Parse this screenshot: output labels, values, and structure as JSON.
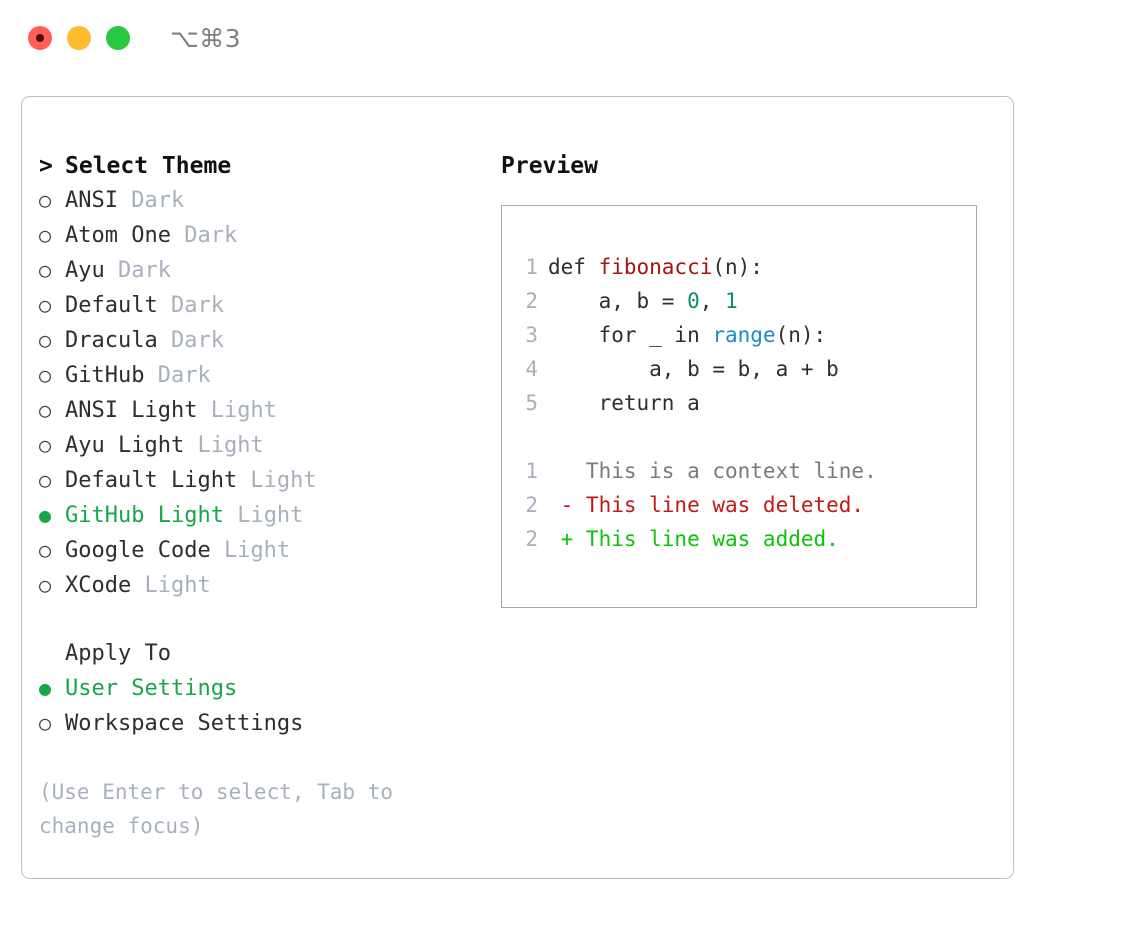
{
  "window": {
    "title": "⌥⌘3",
    "traffic_lights": [
      "close",
      "minimize",
      "maximize"
    ]
  },
  "theme_section": {
    "caret": ">",
    "header": "Select Theme",
    "marker_empty": "○",
    "marker_filled": "●",
    "items": [
      {
        "name": "ANSI",
        "variant": "Dark",
        "selected": false
      },
      {
        "name": "Atom One",
        "variant": "Dark",
        "selected": false
      },
      {
        "name": "Ayu",
        "variant": "Dark",
        "selected": false
      },
      {
        "name": "Default",
        "variant": "Dark",
        "selected": false
      },
      {
        "name": "Dracula",
        "variant": "Dark",
        "selected": false
      },
      {
        "name": "GitHub",
        "variant": "Dark",
        "selected": false
      },
      {
        "name": "ANSI Light",
        "variant": "Light",
        "selected": false
      },
      {
        "name": "Ayu Light",
        "variant": "Light",
        "selected": false
      },
      {
        "name": "Default Light",
        "variant": "Light",
        "selected": false
      },
      {
        "name": "GitHub Light",
        "variant": "Light",
        "selected": true
      },
      {
        "name": "Google Code",
        "variant": "Light",
        "selected": false
      },
      {
        "name": "XCode",
        "variant": "Light",
        "selected": false
      }
    ]
  },
  "apply_section": {
    "header": "Apply To",
    "items": [
      {
        "name": "User Settings",
        "selected": true
      },
      {
        "name": "Workspace Settings",
        "selected": false
      }
    ]
  },
  "hint": "(Use Enter to select, Tab to change focus)",
  "preview": {
    "title": "Preview",
    "code_lines": [
      {
        "num": "1",
        "parts": [
          {
            "text": "def ",
            "tok": "plain"
          },
          {
            "text": "fibonacci",
            "tok": "fn"
          },
          {
            "text": "(n):",
            "tok": "plain"
          }
        ]
      },
      {
        "num": "2",
        "parts": [
          {
            "text": "    a, b = ",
            "tok": "plain"
          },
          {
            "text": "0",
            "tok": "num"
          },
          {
            "text": ", ",
            "tok": "plain"
          },
          {
            "text": "1",
            "tok": "num"
          }
        ]
      },
      {
        "num": "3",
        "parts": [
          {
            "text": "    for _ in ",
            "tok": "plain"
          },
          {
            "text": "range",
            "tok": "call"
          },
          {
            "text": "(n):",
            "tok": "plain"
          }
        ]
      },
      {
        "num": "4",
        "parts": [
          {
            "text": "        a, b = b, a + b",
            "tok": "plain"
          }
        ]
      },
      {
        "num": "5",
        "parts": [
          {
            "text": "    return a",
            "tok": "plain"
          }
        ]
      }
    ],
    "diff_lines": [
      {
        "num": "1",
        "marker": " ",
        "text": "This is a context line.",
        "kind": "context"
      },
      {
        "num": "2",
        "marker": "-",
        "text": "This line was deleted.",
        "kind": "del"
      },
      {
        "num": "2",
        "marker": "+",
        "text": "This line was added.",
        "kind": "add"
      }
    ]
  },
  "colors": {
    "accent_green": "#17a74a",
    "diff_add_green": "#0ac30a",
    "diff_del_red": "#c21818",
    "fn_red": "#a31515",
    "num_teal": "#0a8d73",
    "call_blue": "#1a8cc8",
    "muted": "#a8b0bd",
    "panel_border": "#b9bfcc",
    "code_border": "#9fa8b5"
  }
}
